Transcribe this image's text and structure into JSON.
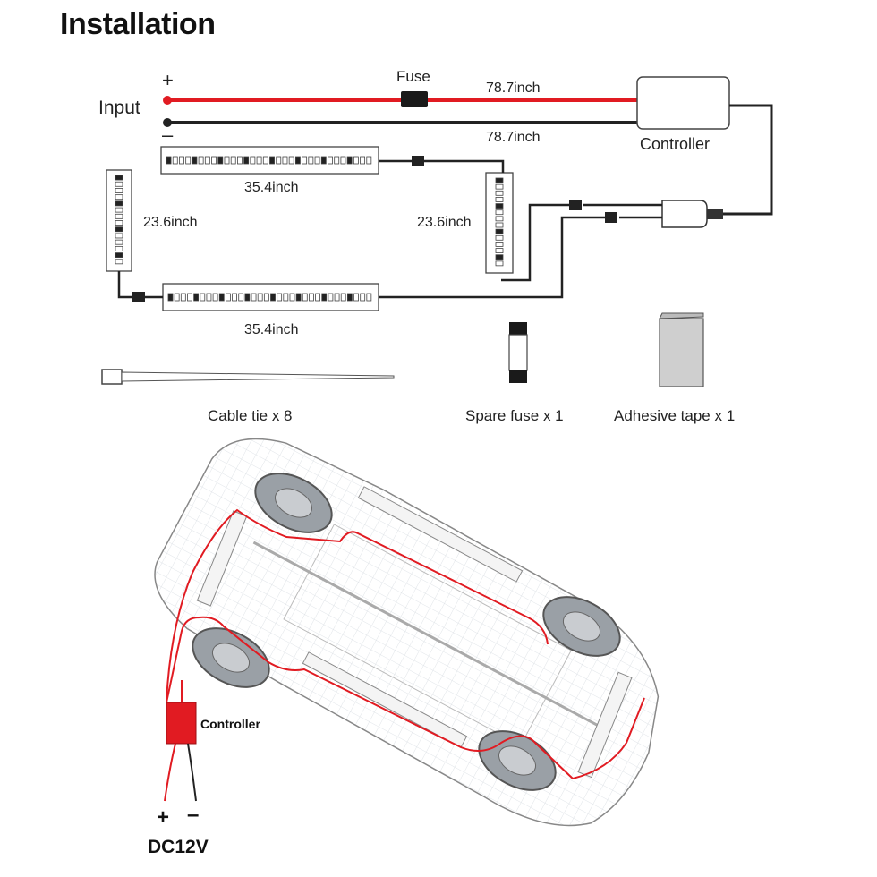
{
  "title": "Installation",
  "colors": {
    "positive_wire": "#e11b22",
    "wire": "#222222",
    "controller_red": "#e11b22"
  },
  "input": {
    "label": "Input",
    "plus": "+",
    "minus": "–"
  },
  "fuse": {
    "label": "Fuse"
  },
  "lengths": {
    "positive": "78.7inch",
    "negative": "78.7inch",
    "top_strip": "35.4inch",
    "bottom_strip": "35.4inch",
    "left_strip": "23.6inch",
    "right_strip": "23.6inch"
  },
  "controller": {
    "label": "Controller"
  },
  "accessories": [
    {
      "label": "Cable tie x 8",
      "icon": "cable-tie-icon"
    },
    {
      "label": "Spare fuse x 1",
      "icon": "fuse-icon"
    },
    {
      "label": "Adhesive tape x 1",
      "icon": "tape-icon"
    }
  ],
  "car_diagram": {
    "controller_label": "Controller",
    "plus": "+",
    "minus": "–",
    "voltage": "DC12V"
  }
}
